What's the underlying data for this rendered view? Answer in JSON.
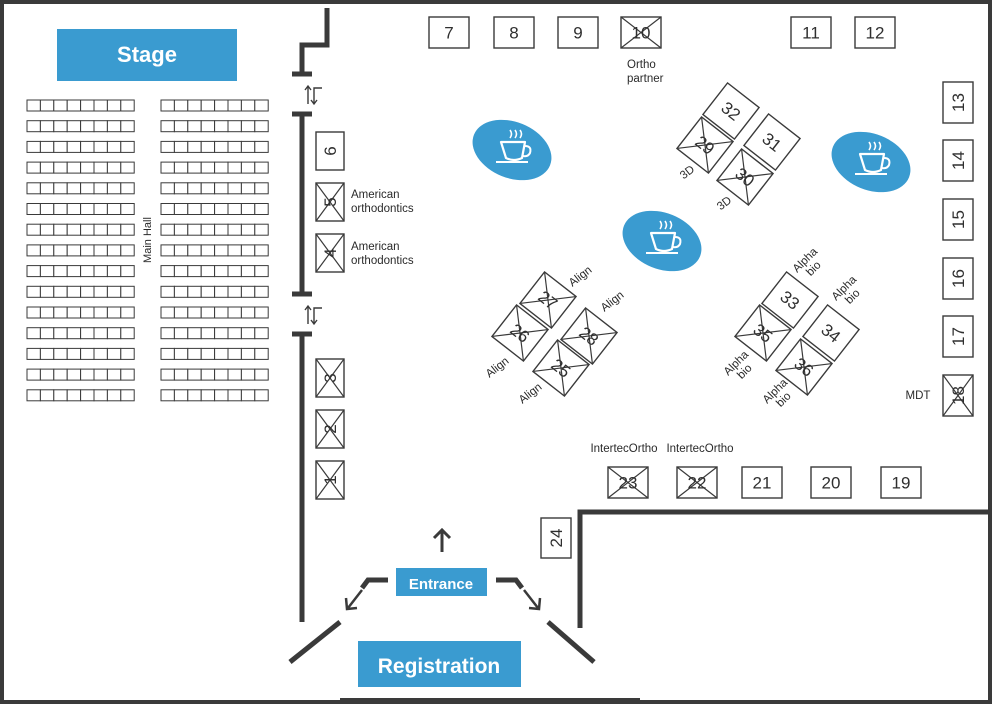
{
  "labels": {
    "stage": "Stage",
    "main_hall": "Main Hall",
    "entrance": "Entrance",
    "registration": "Registration"
  },
  "colors": {
    "accent": "#3a9bd0",
    "walls": "#3a3a3a",
    "booth_border": "#3a3a3a"
  },
  "icons": {
    "coffee": "coffee-cup-icon",
    "door": "door-swing-icon",
    "arrow": "arrow-icon"
  },
  "seating": {
    "rows": 15,
    "seats_per_block": 8,
    "blocks": 2
  },
  "booths": [
    {
      "id": "b7",
      "num": "7",
      "crossed": false
    },
    {
      "id": "b8",
      "num": "8",
      "crossed": false
    },
    {
      "id": "b9",
      "num": "9",
      "crossed": false
    },
    {
      "id": "b10",
      "num": "10",
      "crossed": true
    },
    {
      "id": "b11",
      "num": "11",
      "crossed": false
    },
    {
      "id": "b12",
      "num": "12",
      "crossed": false
    },
    {
      "id": "b13",
      "num": "13",
      "crossed": false
    },
    {
      "id": "b14",
      "num": "14",
      "crossed": false
    },
    {
      "id": "b15",
      "num": "15",
      "crossed": false
    },
    {
      "id": "b16",
      "num": "16",
      "crossed": false
    },
    {
      "id": "b17",
      "num": "17",
      "crossed": false
    },
    {
      "id": "b18",
      "num": "18",
      "crossed": true
    },
    {
      "id": "b19",
      "num": "19",
      "crossed": false
    },
    {
      "id": "b20",
      "num": "20",
      "crossed": false
    },
    {
      "id": "b21",
      "num": "21",
      "crossed": false
    },
    {
      "id": "b22",
      "num": "22",
      "crossed": true
    },
    {
      "id": "b23",
      "num": "23",
      "crossed": true
    },
    {
      "id": "b24",
      "num": "24",
      "crossed": false
    },
    {
      "id": "b6",
      "num": "6",
      "crossed": false
    },
    {
      "id": "b5",
      "num": "5",
      "crossed": true
    },
    {
      "id": "b4",
      "num": "4",
      "crossed": true
    },
    {
      "id": "b3",
      "num": "3",
      "crossed": true
    },
    {
      "id": "b2",
      "num": "2",
      "crossed": true
    },
    {
      "id": "b1",
      "num": "1",
      "crossed": true
    },
    {
      "id": "b32",
      "num": "32",
      "crossed": false
    },
    {
      "id": "b31",
      "num": "31",
      "crossed": false
    },
    {
      "id": "b29",
      "num": "29",
      "crossed": true
    },
    {
      "id": "b30",
      "num": "30",
      "crossed": true
    },
    {
      "id": "b27",
      "num": "27",
      "crossed": true
    },
    {
      "id": "b26",
      "num": "26",
      "crossed": true
    },
    {
      "id": "b28",
      "num": "28",
      "crossed": true
    },
    {
      "id": "b25",
      "num": "25",
      "crossed": true
    },
    {
      "id": "b33",
      "num": "33",
      "crossed": false
    },
    {
      "id": "b34",
      "num": "34",
      "crossed": false
    },
    {
      "id": "b35",
      "num": "35",
      "crossed": true
    },
    {
      "id": "b36",
      "num": "36",
      "crossed": true
    }
  ],
  "exhibitors": [
    {
      "id": "ortho-partner",
      "lines": [
        "Ortho",
        "partner"
      ]
    },
    {
      "id": "american-5",
      "lines": [
        "American",
        "orthodontics"
      ]
    },
    {
      "id": "american-4",
      "lines": [
        "American",
        "orthodontics"
      ]
    },
    {
      "id": "3d-29",
      "lines": [
        "3D"
      ]
    },
    {
      "id": "3d-30",
      "lines": [
        "3D"
      ]
    },
    {
      "id": "align-27",
      "lines": [
        "Align"
      ]
    },
    {
      "id": "align-28",
      "lines": [
        "Align"
      ]
    },
    {
      "id": "align-26",
      "lines": [
        "Align"
      ]
    },
    {
      "id": "align-25",
      "lines": [
        "Align"
      ]
    },
    {
      "id": "alpha-33",
      "lines": [
        "Alpha",
        "bio"
      ]
    },
    {
      "id": "alpha-34",
      "lines": [
        "Alpha",
        "bio"
      ]
    },
    {
      "id": "alpha-35",
      "lines": [
        "Alpha",
        "bio"
      ]
    },
    {
      "id": "alpha-36",
      "lines": [
        "Alpha",
        "bio"
      ]
    },
    {
      "id": "mdt",
      "lines": [
        "MDT"
      ]
    },
    {
      "id": "interortho-23",
      "lines": [
        "IntertecOrtho"
      ]
    },
    {
      "id": "interortho-22",
      "lines": [
        "IntertecOrtho"
      ]
    }
  ]
}
